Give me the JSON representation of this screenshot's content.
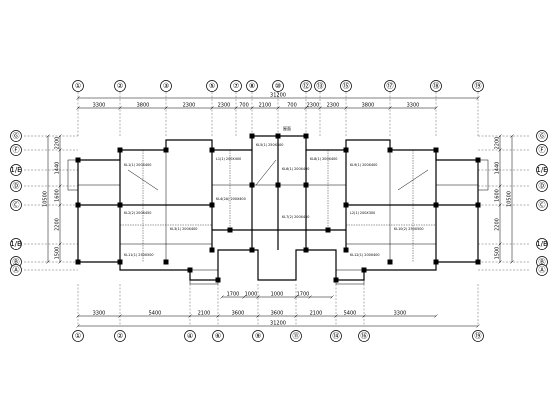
{
  "axes": {
    "top": [
      "①",
      "②",
      "③",
      "⑤",
      "⑦",
      "⑧",
      "⑩",
      "⑫",
      "⑬",
      "⑮",
      "⑰",
      "⑱",
      "⑲"
    ],
    "bottom": [
      "①",
      "②",
      "④",
      "⑥",
      "⑨",
      "⑪",
      "⑭",
      "⑯",
      "⑲"
    ],
    "left": [
      "Ⓖ",
      "Ⓕ",
      "1/E",
      "Ⓓ",
      "Ⓒ",
      "1/B",
      "Ⓑ",
      "Ⓐ"
    ],
    "right": [
      "Ⓖ",
      "Ⓕ",
      "1/E",
      "Ⓓ",
      "Ⓒ",
      "1/B",
      "Ⓑ",
      "Ⓐ"
    ]
  },
  "dims": {
    "top_total": "31200",
    "top": [
      "3300",
      "3800",
      "2300",
      "2300",
      "700",
      "2100",
      "700",
      "2300",
      "2300",
      "3800",
      "3300"
    ],
    "bottom_total": "31200",
    "bottom": [
      "3300",
      "5400",
      "2100",
      "3600",
      "3600",
      "2100",
      "5400",
      "3300"
    ],
    "bottom_inner": [
      "1700",
      "1000",
      "1000",
      "1700"
    ],
    "left_total": "10500",
    "left": [
      "2200",
      "1440",
      "1600",
      "2200",
      "1500"
    ],
    "right_total": "10500",
    "right": [
      "2200",
      "1440",
      "1600",
      "2200",
      "1500"
    ]
  },
  "labels": {
    "center": "屋面",
    "beams": [
      "KL1(1) 200X400",
      "KL2(2) 200X450",
      "KL3(1) 200X400",
      "L1(1) 200X400",
      "KL4(2A) 200X400",
      "KL5(1) 250X500",
      "KL6(1) 200X400",
      "KL7(2) 200X450",
      "KL8(1) 200X400",
      "KL9(1) 200X400",
      "L2(1) 200X300",
      "KL10(2) 250X500",
      "KL11(1) 250X500",
      "KL12(1) 200X400"
    ]
  }
}
